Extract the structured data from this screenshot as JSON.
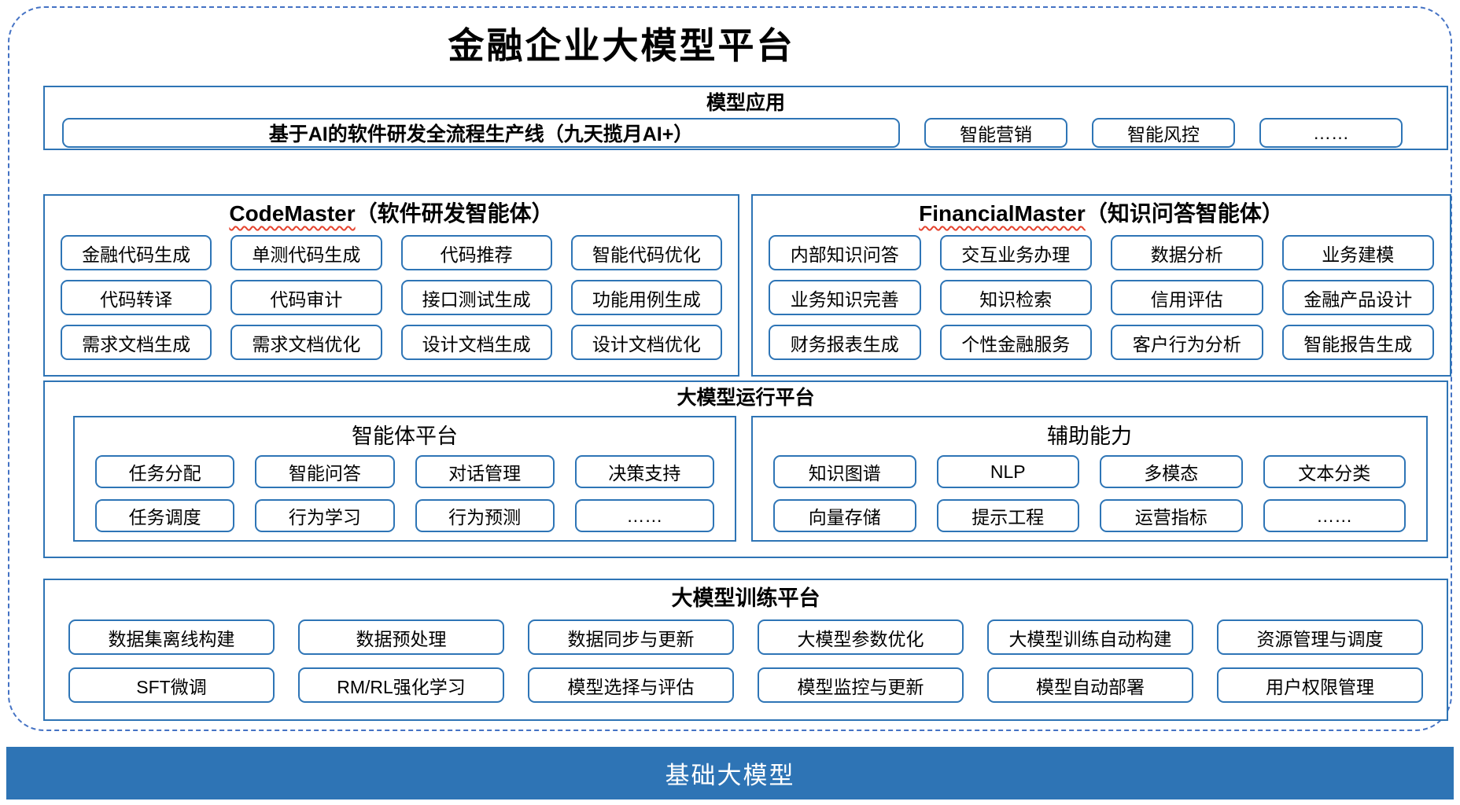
{
  "page": {
    "title": "金融企业大模型平台"
  },
  "colors": {
    "dashed_border": "#4472C4",
    "section_border": "#2E74B5",
    "item_border": "#2E75B6",
    "footer_bg": "#2E74B5",
    "wavy_underline": "#E5432E"
  },
  "sections": {
    "apps": {
      "header": "模型应用",
      "main_item": "基于AI的软件研发全流程生产线（九天揽月AI+）",
      "items": [
        "智能营销",
        "智能风控",
        "……"
      ]
    },
    "agents": [
      {
        "name_en": "CodeMaster",
        "name_zh": "（软件研发智能体）",
        "items": [
          "金融代码生成",
          "单测代码生成",
          "代码推荐",
          "智能代码优化",
          "代码转译",
          "代码审计",
          "接口测试生成",
          "功能用例生成",
          "需求文档生成",
          "需求文档优化",
          "设计文档生成",
          "设计文档优化"
        ]
      },
      {
        "name_en": "FinancialMaster",
        "name_zh": "（知识问答智能体）",
        "items": [
          "内部知识问答",
          "交互业务办理",
          "数据分析",
          "业务建模",
          "业务知识完善",
          "知识检索",
          "信用评估",
          "金融产品设计",
          "财务报表生成",
          "个性金融服务",
          "客户行为分析",
          "智能报告生成"
        ]
      }
    ],
    "runtime": {
      "header": "大模型运行平台",
      "groups": [
        {
          "title": "智能体平台",
          "items": [
            "任务分配",
            "智能问答",
            "对话管理",
            "决策支持",
            "任务调度",
            "行为学习",
            "行为预测",
            "……"
          ]
        },
        {
          "title": "辅助能力",
          "items": [
            "知识图谱",
            "NLP",
            "多模态",
            "文本分类",
            "向量存储",
            "提示工程",
            "运营指标",
            "……"
          ]
        }
      ]
    },
    "training": {
      "header": "大模型训练平台",
      "items": [
        "数据集离线构建",
        "数据预处理",
        "数据同步与更新",
        "大模型参数优化",
        "大模型训练自动构建",
        "资源管理与调度",
        "SFT微调",
        "RM/RL强化学习",
        "模型选择与评估",
        "模型监控与更新",
        "模型自动部署",
        "用户权限管理"
      ]
    },
    "foundation": {
      "label": "基础大模型"
    }
  }
}
